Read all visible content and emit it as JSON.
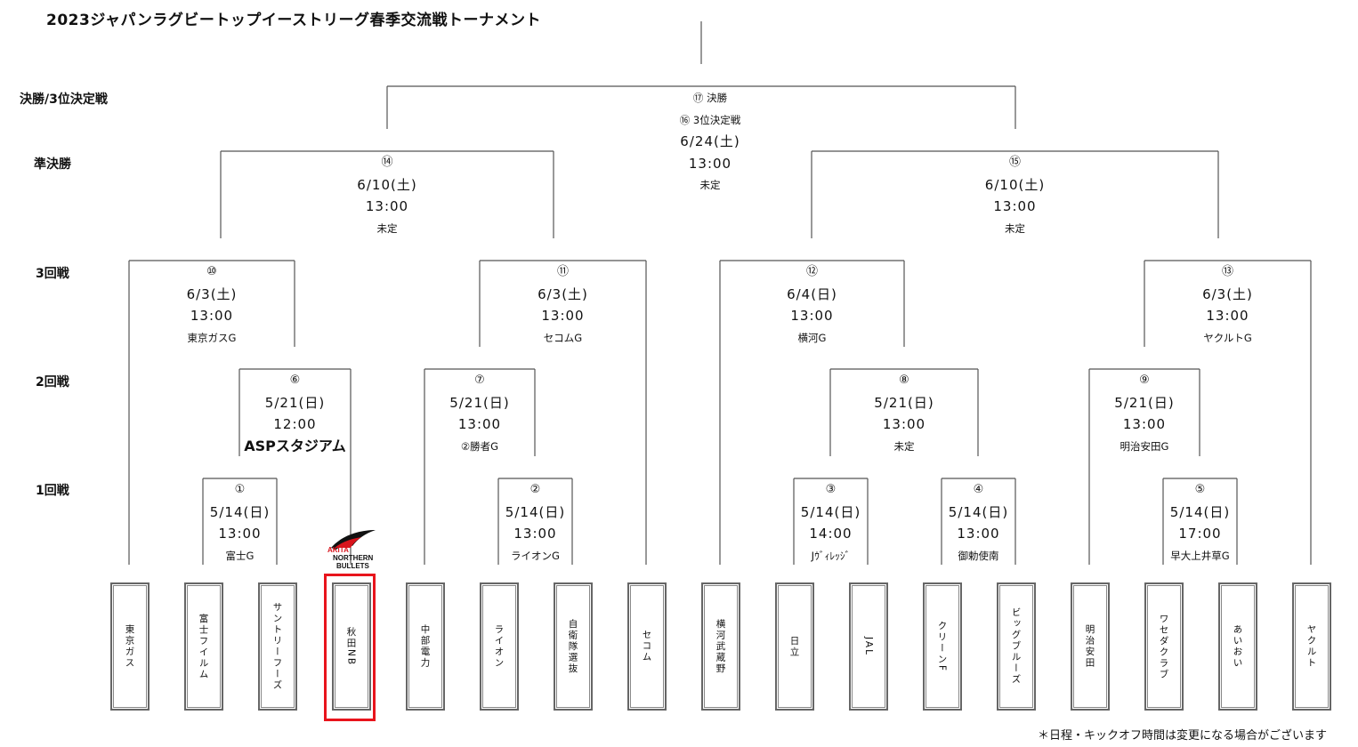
{
  "title": "2023ジャパンラグビートップイーストリーグ春季交流戦トーナメント",
  "rounds": {
    "final": "決勝/3位決定戦",
    "semi": "準決勝",
    "r3": "3回戦",
    "r2": "2回戦",
    "r1": "1回戦"
  },
  "final": {
    "final_label": "⑰ 決勝",
    "third_label": "⑯ 3位決定戦",
    "date": "6/24(土)",
    "time": "13:00",
    "venue": "未定"
  },
  "matches": [
    {
      "num": "①",
      "date": "5/14(日)",
      "time": "13:00",
      "venue": "富士G"
    },
    {
      "num": "②",
      "date": "5/14(日)",
      "time": "13:00",
      "venue": "ライオンG"
    },
    {
      "num": "③",
      "date": "5/14(日)",
      "time": "14:00",
      "venue": "Jｳﾞｨﾚｯｼﾞ"
    },
    {
      "num": "④",
      "date": "5/14(日)",
      "time": "13:00",
      "venue": "御勅使南"
    },
    {
      "num": "⑤",
      "date": "5/14(日)",
      "time": "17:00",
      "venue": "早大上井草G"
    },
    {
      "num": "⑥",
      "date": "5/21(日)",
      "time": "12:00",
      "venue": "ASPスタジアム"
    },
    {
      "num": "⑦",
      "date": "5/21(日)",
      "time": "13:00",
      "venue": "②勝者G"
    },
    {
      "num": "⑧",
      "date": "5/21(日)",
      "time": "13:00",
      "venue": "未定"
    },
    {
      "num": "⑨",
      "date": "5/21(日)",
      "time": "13:00",
      "venue": "明治安田G"
    },
    {
      "num": "⑩",
      "date": "6/3(土)",
      "time": "13:00",
      "venue": "東京ガスG"
    },
    {
      "num": "⑪",
      "date": "6/3(土)",
      "time": "13:00",
      "venue": "セコムG"
    },
    {
      "num": "⑫",
      "date": "6/4(日)",
      "time": "13:00",
      "venue": "横河G"
    },
    {
      "num": "⑬",
      "date": "6/3(土)",
      "time": "13:00",
      "venue": "ヤクルトG"
    },
    {
      "num": "⑭",
      "date": "6/10(土)",
      "time": "13:00",
      "venue": "未定"
    },
    {
      "num": "⑮",
      "date": "6/10(土)",
      "time": "13:00",
      "venue": "未定"
    }
  ],
  "teams": [
    "東京ガス",
    "富士フイルム",
    "サントリーフーズ",
    "秋田NB",
    "中部電力",
    "ライオン",
    "自衛隊選抜",
    "セコム",
    "横河武蔵野",
    "日立",
    "JAL",
    "クリーンF",
    "ビッグブルーズ",
    "明治安田",
    "ワセダクラブ",
    "あいおい",
    "ヤクルト"
  ],
  "highlighted_team": "秋田NB",
  "logo_text": "AKITA NORTHERN BULLETS",
  "note": "＊日程・キックオフ時間は変更になる場合がございます",
  "colors": {
    "highlight": "#e8141c",
    "line": "#555555"
  }
}
